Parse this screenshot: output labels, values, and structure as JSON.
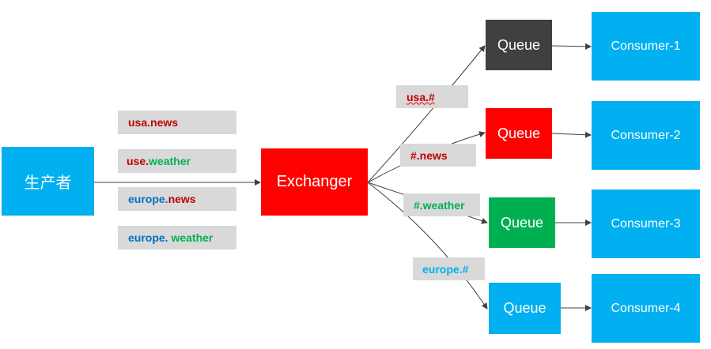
{
  "producer": {
    "label": "生产者"
  },
  "exchanger": {
    "label": "Exchanger"
  },
  "messages": [
    {
      "prefix": "usa.",
      "suffix": "news"
    },
    {
      "prefix": "use.",
      "suffix": "weather"
    },
    {
      "prefix": "europe.",
      "suffix": "news"
    },
    {
      "prefix": "europe. ",
      "suffix": "weather"
    }
  ],
  "bindings": [
    {
      "label": "usa.#"
    },
    {
      "label": "#.news"
    },
    {
      "label": "#.weather"
    },
    {
      "label": "europe.#"
    }
  ],
  "queues": [
    {
      "label": "Queue",
      "color": "#404040"
    },
    {
      "label": "Queue",
      "color": "#ff0000"
    },
    {
      "label": "Queue",
      "color": "#00b050"
    },
    {
      "label": "Queue",
      "color": "#00b0f0"
    }
  ],
  "consumers": [
    {
      "label": "Consumer-1"
    },
    {
      "label": "Consumer-2"
    },
    {
      "label": "Consumer-3"
    },
    {
      "label": "Consumer-4"
    }
  ],
  "colors": {
    "blue_box": "#00b0f0",
    "red_box": "#ff0000",
    "dark_box": "#404040",
    "green_box": "#00b050",
    "label_bg": "#d9d9d9",
    "text_red": "#c00000",
    "text_green": "#00b050",
    "text_blue": "#0070c0"
  }
}
